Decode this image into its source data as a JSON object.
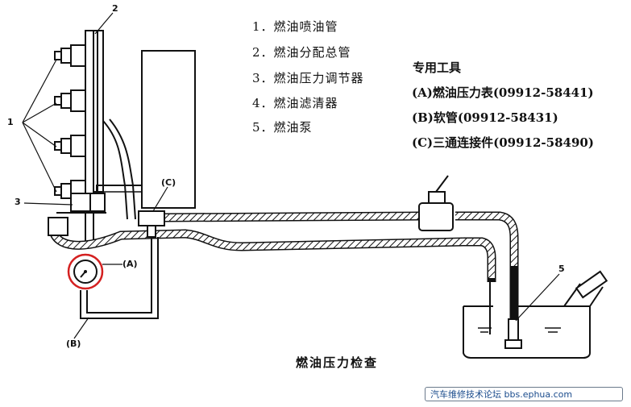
{
  "legend": {
    "item1": "1．燃油喷油管",
    "item2": "2．燃油分配总管",
    "item3": "3．燃油压力调节器",
    "item4": "4．燃油滤清器",
    "item5": "5．燃油泵"
  },
  "tools": {
    "heading": "专用工具",
    "a": "(A)燃油压力表(09912-58441)",
    "b": "(B)软管(09912-58431)",
    "c": "(C)三通连接件(09912-58490)"
  },
  "caption": "燃油压力检查",
  "callouts": {
    "n1": "1",
    "n2": "2",
    "n3": "3",
    "n5": "5",
    "A": "(A)",
    "B": "(B)",
    "C": "(C)"
  },
  "watermark": "汽车维修技术论坛 bbs.ephua.com",
  "colors": {
    "line": "#111111",
    "gauge_circle": "#d42020",
    "watermark_text": "#1a4b8c"
  }
}
